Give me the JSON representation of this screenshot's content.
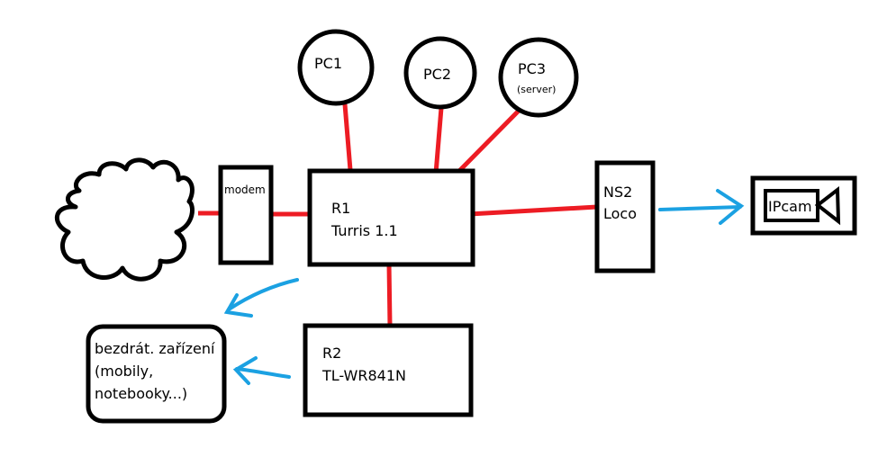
{
  "diagram": {
    "colors": {
      "wired_link": "#ed1c24",
      "wireless_link": "#1ba1e2",
      "outline": "#000000",
      "background": "#ffffff"
    },
    "nodes": {
      "internet": {
        "label": "",
        "shape": "cloud-icon"
      },
      "modem": {
        "label": "modem"
      },
      "r1": {
        "line1": "R1",
        "line2": "Turris 1.1"
      },
      "pc1": {
        "label": "PC1"
      },
      "pc2": {
        "label": "PC2"
      },
      "pc3": {
        "label": "PC3",
        "sublabel": "(server)"
      },
      "ns2": {
        "line1": "NS2",
        "line2": "Loco"
      },
      "ipcam": {
        "label": "IPcam",
        "shape": "camera-icon"
      },
      "r2": {
        "line1": "R2",
        "line2": "TL-WR841N"
      },
      "wireless_devices": {
        "line1": "bezdrát. zařízení",
        "line2": "(mobily,",
        "line3": "notebooky...)"
      }
    },
    "links": [
      {
        "from": "internet",
        "to": "modem",
        "type": "wired"
      },
      {
        "from": "modem",
        "to": "r1",
        "type": "wired"
      },
      {
        "from": "r1",
        "to": "pc1",
        "type": "wired"
      },
      {
        "from": "r1",
        "to": "pc2",
        "type": "wired"
      },
      {
        "from": "r1",
        "to": "pc3",
        "type": "wired"
      },
      {
        "from": "r1",
        "to": "ns2",
        "type": "wired"
      },
      {
        "from": "r1",
        "to": "r2",
        "type": "wired"
      },
      {
        "from": "ns2",
        "to": "ipcam",
        "type": "wireless"
      },
      {
        "from": "r1",
        "to": "wireless_devices",
        "type": "wireless"
      },
      {
        "from": "r2",
        "to": "wireless_devices",
        "type": "wireless"
      }
    ]
  }
}
